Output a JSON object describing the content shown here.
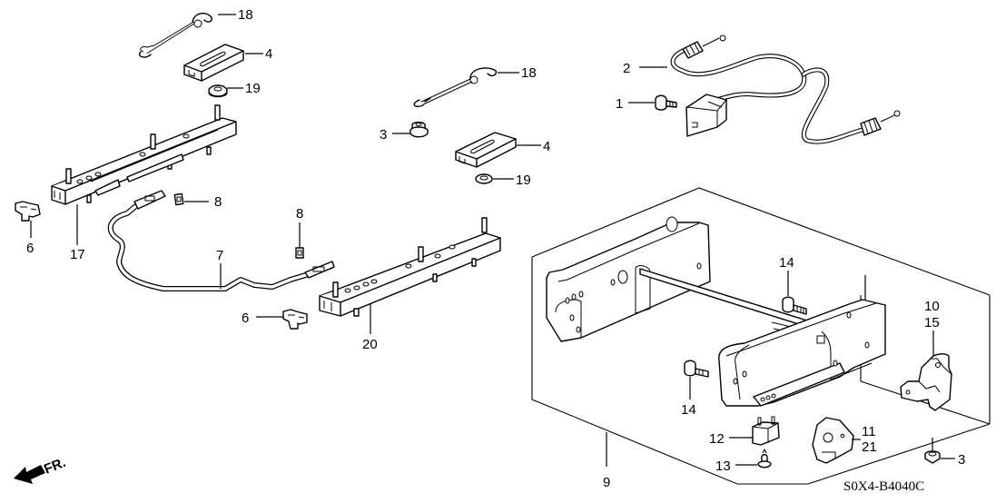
{
  "diagram": {
    "title": "Seat track / seat frame exploded parts diagram",
    "diagram_code": "S0X4-B4040C",
    "direction_indicator": {
      "label": "FR.",
      "icon": "front-arrow-icon"
    },
    "callouts": [
      {
        "id": "c18a",
        "label": "18",
        "part": "spring-hook"
      },
      {
        "id": "c4a",
        "label": "4",
        "part": "slide-cover"
      },
      {
        "id": "c19a",
        "label": "19",
        "part": "washer"
      },
      {
        "id": "c17",
        "label": "17",
        "part": "seat-track-left"
      },
      {
        "id": "c6a",
        "label": "6",
        "part": "clip"
      },
      {
        "id": "c8a",
        "label": "8",
        "part": "nut-clip"
      },
      {
        "id": "c8b",
        "label": "8",
        "part": "nut-clip"
      },
      {
        "id": "c7",
        "label": "7",
        "part": "connecting-rod"
      },
      {
        "id": "c6b",
        "label": "6",
        "part": "clip"
      },
      {
        "id": "c20",
        "label": "20",
        "part": "seat-track-right"
      },
      {
        "id": "c18b",
        "label": "18",
        "part": "spring-hook"
      },
      {
        "id": "c3a",
        "label": "3",
        "part": "nut"
      },
      {
        "id": "c4b",
        "label": "4",
        "part": "slide-cover"
      },
      {
        "id": "c19b",
        "label": "19",
        "part": "washer"
      },
      {
        "id": "c2",
        "label": "2",
        "part": "cable-harness"
      },
      {
        "id": "c1",
        "label": "1",
        "part": "screw"
      },
      {
        "id": "c14a",
        "label": "14",
        "part": "bolt"
      },
      {
        "id": "c14b",
        "label": "14",
        "part": "bolt"
      },
      {
        "id": "c10",
        "label": "10",
        "part": "latch"
      },
      {
        "id": "c15",
        "label": "15",
        "part": "latch"
      },
      {
        "id": "c3b",
        "label": "3",
        "part": "nut"
      },
      {
        "id": "c12",
        "label": "12",
        "part": "bumper"
      },
      {
        "id": "c13",
        "label": "13",
        "part": "screw"
      },
      {
        "id": "c11",
        "label": "11",
        "part": "plate"
      },
      {
        "id": "c21",
        "label": "21",
        "part": "plate"
      },
      {
        "id": "c9",
        "label": "9",
        "part": "seat-frame-assembly"
      }
    ]
  }
}
